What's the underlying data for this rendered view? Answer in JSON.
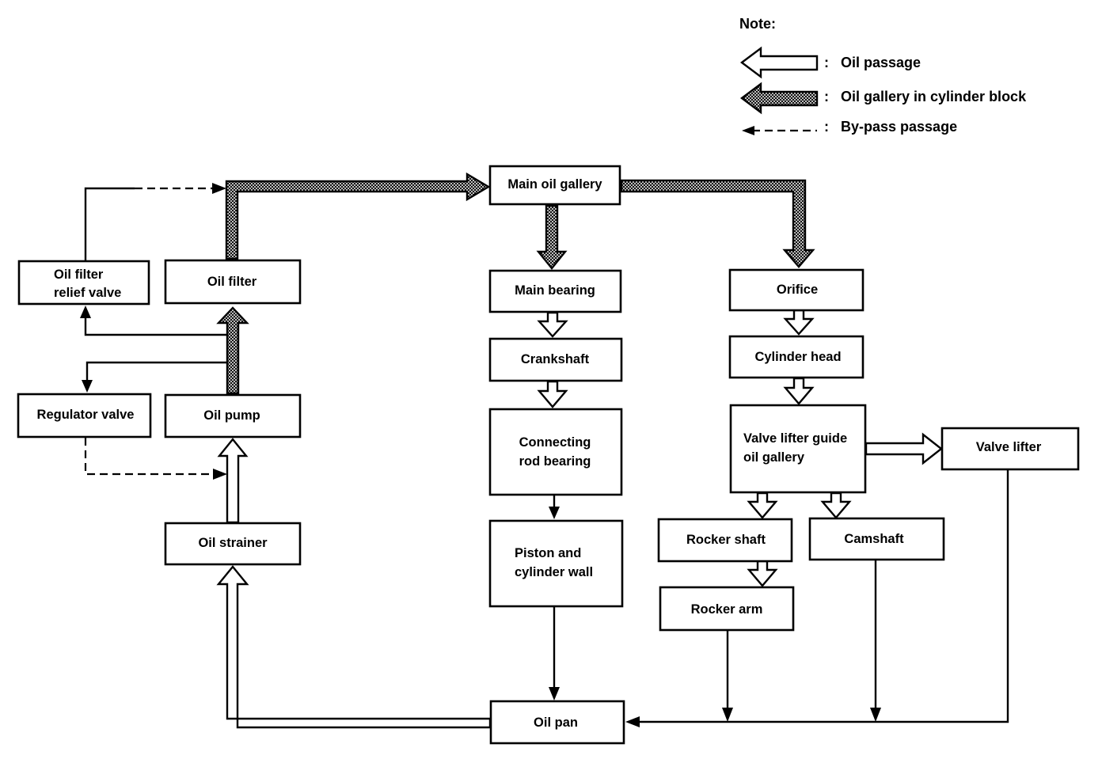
{
  "note": {
    "heading": "Note:",
    "oil_passage": "Oil passage",
    "oil_gallery": "Oil gallery in cylinder block",
    "bypass": "By-pass passage",
    "separator": ":"
  },
  "boxes": {
    "main_oil_gallery": "Main oil gallery",
    "oil_filter_relief_valve_line1": "Oil filter",
    "oil_filter_relief_valve_line2": "relief valve",
    "oil_filter": "Oil filter",
    "regulator_valve": "Regulator valve",
    "oil_pump": "Oil pump",
    "oil_strainer": "Oil strainer",
    "main_bearing": "Main bearing",
    "crankshaft": "Crankshaft",
    "connecting_rod_bearing_line1": "Connecting",
    "connecting_rod_bearing_line2": "rod bearing",
    "piston_line1": "Piston and",
    "piston_line2": "cylinder wall",
    "oil_pan": "Oil pan",
    "orifice": "Orifice",
    "cylinder_head": "Cylinder head",
    "valve_lifter_guide_line1": "Valve lifter guide",
    "valve_lifter_guide_line2": "oil gallery",
    "valve_lifter": "Valve lifter",
    "rocker_shaft": "Rocker shaft",
    "camshaft": "Camshaft",
    "rocker_arm": "Rocker arm"
  }
}
